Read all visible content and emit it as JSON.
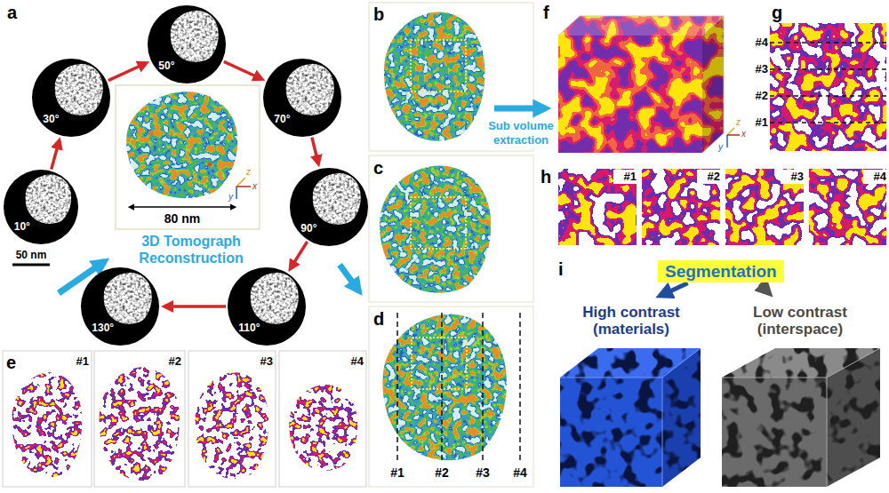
{
  "diagram": {
    "nodes": [
      {
        "text": [
          "10°"
        ]
      },
      {
        "text": [
          "30°"
        ]
      },
      {
        "text": [
          "50°"
        ]
      },
      {
        "text": [
          "70°"
        ]
      },
      {
        "text": [
          "90°"
        ]
      },
      {
        "text": [
          "110°"
        ]
      },
      {
        "text": [
          "130°"
        ]
      },
      {
        "text": [
          "Segmentation"
        ]
      },
      {
        "text": [
          "High contrast (materials)"
        ]
      },
      {
        "text": [
          "Low contrast (interspace)"
        ]
      }
    ],
    "edges": [
      {
        "from": 0,
        "to": 1,
        "arrow": "to"
      },
      {
        "from": 1,
        "to": 2,
        "arrow": "to"
      },
      {
        "from": 2,
        "to": 3,
        "arrow": "to"
      },
      {
        "from": 3,
        "to": 4,
        "arrow": "to"
      },
      {
        "from": 4,
        "to": 5,
        "arrow": "to"
      },
      {
        "from": 5,
        "to": 6,
        "arrow": "to"
      },
      {
        "from": 7,
        "to": 8,
        "arrow": "to"
      },
      {
        "from": 7,
        "to": 9,
        "arrow": "to"
      }
    ],
    "labels": [
      "a",
      "50 nm",
      "80 nm",
      "3D Tomograph Reconstruction",
      "z",
      "x",
      "y",
      "e",
      "#1",
      "#2",
      "#3",
      "#4",
      "b",
      "c",
      "d",
      "#1",
      "#2",
      "#3",
      "#4",
      "Sub volume extraction",
      "f",
      "z",
      "x",
      "y",
      "g",
      "#4",
      "#3",
      "#2",
      "#1",
      "h",
      "#1",
      "#2",
      "#3",
      "#4",
      "i"
    ]
  }
}
